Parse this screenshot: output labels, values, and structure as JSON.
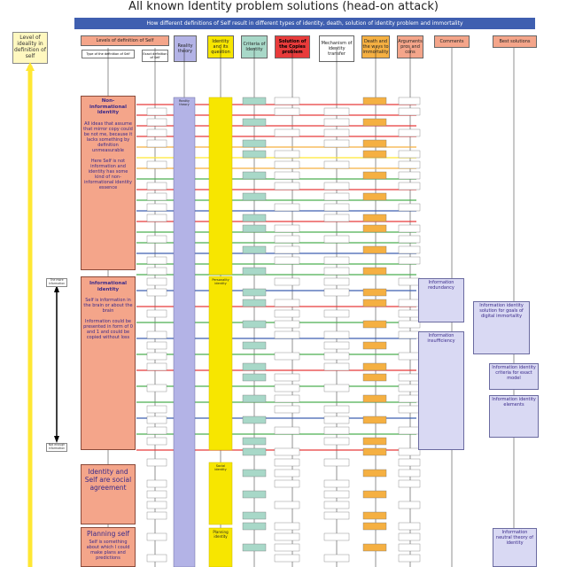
{
  "title": "All known Identity problem solutions (head-on attack)",
  "subtitle": "How different definitions of Self result in different types of identity, death, solution of identity problem and immortality",
  "left_label": "Level of ideality in definition of self",
  "columns": [
    {
      "label": "Levels of definition of Self",
      "color": "#f4a58a"
    },
    {
      "label": "Reality theory",
      "color": "#b3b3e6"
    },
    {
      "label": "Identity and its question",
      "color": "#f7e600"
    },
    {
      "label": "Criteria of Identity",
      "color": "#a8d8c8"
    },
    {
      "label": "Solution of the Copies problem",
      "color": "#e83b3b"
    },
    {
      "label": "Mechanism of identity transfer",
      "color": "#ffffff"
    },
    {
      "label": "Death and the ways to immortality",
      "color": "#f5b042"
    },
    {
      "label": "Arguments pros and cons",
      "color": "#f4a58a"
    },
    {
      "label": "Comments",
      "color": "#f4a58a"
    },
    {
      "label": "Best solutions",
      "color": "#f4a58a"
    }
  ],
  "subheaders": [
    "Type of the definition of Self",
    "Exact definition of Self"
  ],
  "blocks": [
    {
      "title": "Non-informational identity",
      "body": "All ideas that assume that mirror copy could be not me, because it lacks something by definition unmeasurable",
      "body2": "Here Self is not information and identity has some kind of non-informational identity essence"
    },
    {
      "title": "Informational identity",
      "body": "Self is information in the brain or about the brain",
      "body2": "Information could be presented in form of 0 and 1 and could be copied without loss"
    },
    {
      "title": "Identity and Self are social agreement",
      "body": ""
    },
    {
      "title": "Planning self",
      "body": "Self is something about which I could make plans and predictions"
    }
  ],
  "side_labels": [
    "The more information",
    "Not enough information"
  ],
  "right_boxes": [
    {
      "title": "Information redundancy"
    },
    {
      "title": "Information insufficiency"
    },
    {
      "title": "Information identity solution for goals of digital immortality"
    },
    {
      "title": "Information identity criteria for exact model"
    },
    {
      "title": "Information identity elements"
    },
    {
      "title": "Information neutral theory of identity"
    }
  ],
  "reality_labels": [
    "Reality theory",
    "Planning identity",
    "Social identity",
    "Personality identity"
  ],
  "colors": {
    "accent": "#3f5fb0",
    "salmon": "#f4a58a",
    "lavender": "#b3b3e6",
    "yellow": "#f7e600",
    "teal": "#a8d8c8",
    "red": "#e83b3b",
    "orange": "#f5b042",
    "yellow_line": "#ffe733"
  }
}
